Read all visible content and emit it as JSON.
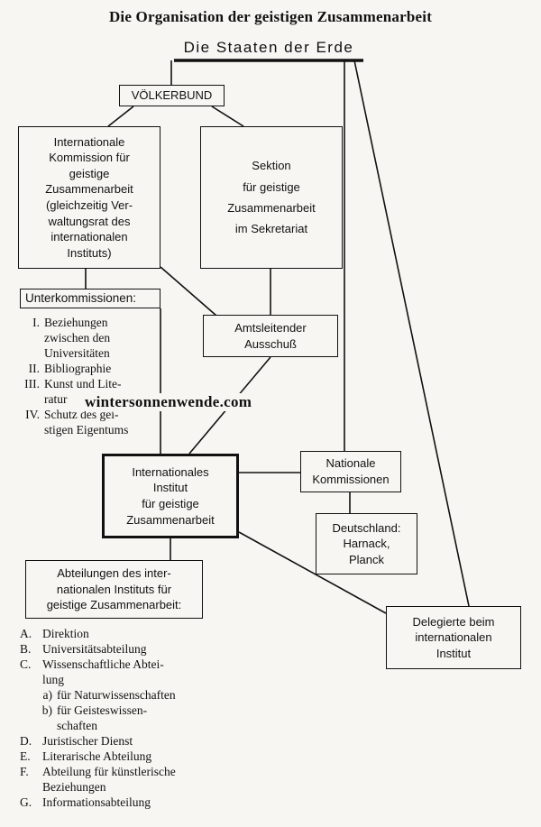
{
  "title": "Die Organisation der geistigen Zusammenarbeit",
  "top_label": "Die Staaten der Erde",
  "boxes": {
    "voelkerbund": "VÖLKERBUND",
    "kommission": "Internationale\nKommission für\ngeistige\nZusammenarbeit\n(gleichzeitig Ver-\nwaltungsrat des\ninternationalen\nInstituts)",
    "sektion": "Sektion\nfür geistige\nZusammenarbeit\nim Sekretariat",
    "unterkommissionen": "Unterkommissionen:",
    "amtsleitender": "Amtsleitender\nAusschuß",
    "institut": "Internationales\nInstitut\nfür geistige\nZusammenarbeit",
    "nationale": "Nationale\nKommissionen",
    "deutschland": "Deutschland:\nHarnack,\nPlanck",
    "abteilungen": "Abteilungen des inter-\nnationalen Instituts für\ngeistige Zusammenarbeit:",
    "delegierte": "Delegierte beim\ninternationalen\nInstitut"
  },
  "unterkommissionen_list": [
    {
      "num": "I.",
      "text": "Beziehungen\nzwischen den\nUniversitäten"
    },
    {
      "num": "II.",
      "text": "Bibliographie"
    },
    {
      "num": "III.",
      "text": "Kunst und Lite-\nratur"
    },
    {
      "num": "IV.",
      "text": "Schutz des gei-\nstigen Eigentums"
    }
  ],
  "abteilungen_list": [
    {
      "num": "A.",
      "text": "Direktion"
    },
    {
      "num": "B.",
      "text": "Universitätsabteilung"
    },
    {
      "num": "C.",
      "text": "Wissenschaftliche Abtei-\nlung"
    },
    {
      "num": "a)",
      "text": "für Naturwissenschaften"
    },
    {
      "num": "b)",
      "text": "für Geisteswissen-\nschaften"
    },
    {
      "num": "D.",
      "text": "Juristischer Dienst"
    },
    {
      "num": "E.",
      "text": "Literarische Abteilung"
    },
    {
      "num": "F.",
      "text": "Abteilung für künstlerische\nBeziehungen"
    },
    {
      "num": "G.",
      "text": "Informationsabteilung"
    }
  ],
  "watermark": "wintersonnenwende.com"
}
